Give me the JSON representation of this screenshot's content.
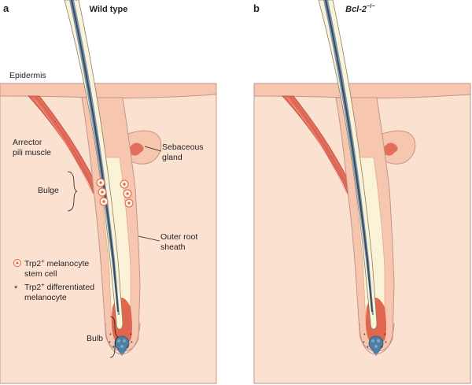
{
  "panels": [
    {
      "letter": "a",
      "title": "Wild type"
    },
    {
      "letter": "b",
      "title_main": "Bcl-2",
      "title_sup": "−/−"
    }
  ],
  "labels": {
    "epidermis": "Epidermis",
    "arrector_1": "Arrector",
    "arrector_2": "pili muscle",
    "sebaceous_1": "Sebaceous",
    "sebaceous_2": "gland",
    "bulge": "Bulge",
    "orsheath_1": "Outer root",
    "orsheath_2": "sheath",
    "bulb": "Bulb"
  },
  "legend": {
    "stem": {
      "pre": "Trp2",
      "sup": "+",
      "post": " melanocyte",
      "line2": "stem cell"
    },
    "diff": {
      "pre": "Trp2",
      "sup": "+",
      "post": " differentiated",
      "line2": "melanocyte"
    }
  },
  "colors": {
    "dermis": "#fbe1d0",
    "skin_tissue": "#f6c7ae",
    "outline": "#c6938a",
    "muscle": "#e46e5c",
    "hair_cream": "#fbf3d8",
    "hair_core": "#3a4a5e",
    "hair_blue": "#7b95ad",
    "bulb_red": "#e0664f",
    "papilla_blue": "#4f7fa2",
    "stem_cell": "#e85d4f"
  }
}
